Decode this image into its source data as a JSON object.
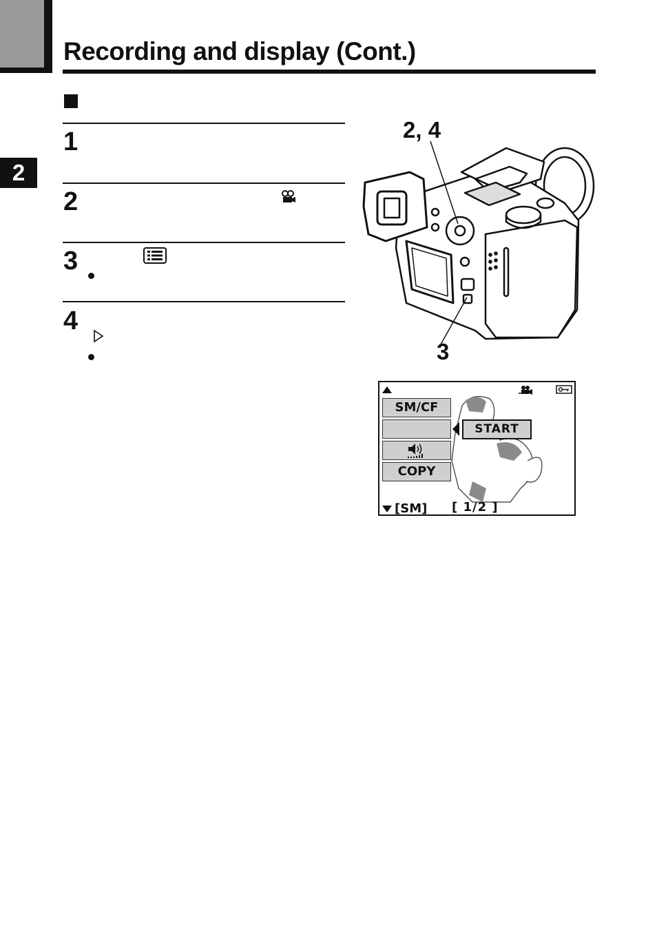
{
  "page": {
    "title": "Recording and display (Cont.)",
    "chapter": "2"
  },
  "steps": [
    {
      "number": "1"
    },
    {
      "number": "2",
      "icon": "movie-camera-icon"
    },
    {
      "number": "3",
      "icon": "menu-icon"
    },
    {
      "number": "4",
      "icon": "play-triangle-icon"
    }
  ],
  "figure": {
    "callout_top": "2, 4",
    "callout_bottom": "3"
  },
  "lcd_screen": {
    "menu": {
      "sm_cf_label": "SM/CF",
      "copy_label": "COPY",
      "start_label": "START"
    },
    "card_label": "[SM]",
    "page_indicator": "[ 1/2 ]",
    "icons": [
      "up-arrow-icon",
      "movie-icon",
      "protect-key-icon",
      "speaker-volume-icon",
      "down-arrow-icon"
    ]
  }
}
